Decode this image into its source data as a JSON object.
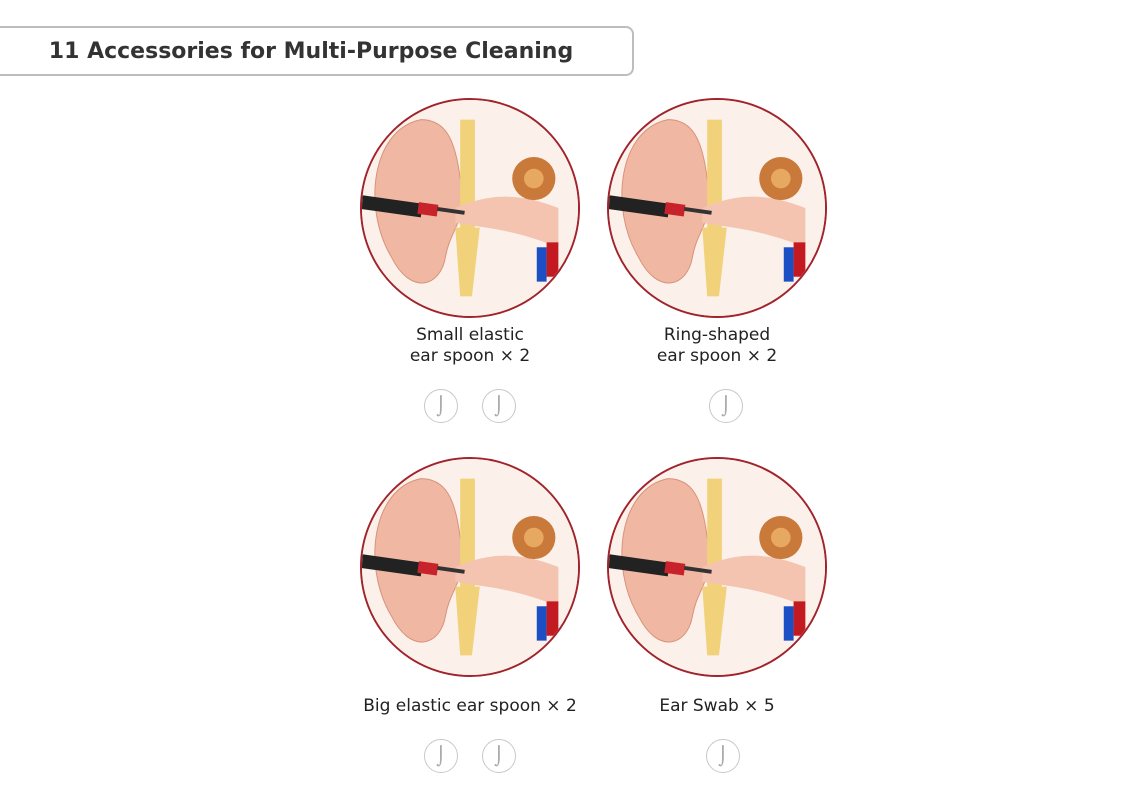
{
  "title": "11 Accessories for Multi-Purpose Cleaning",
  "accent_color": "#a1232b",
  "items": [
    {
      "line1": "Small elastic",
      "line2": "ear spoon × 2",
      "icon": "ear-spoon-icon",
      "count": 2
    },
    {
      "line1": "Ring-shaped",
      "line2": "ear spoon × 2",
      "icon": "ring-spoon-icon",
      "count": 1
    },
    {
      "line1": "Big elastic ear spoon × 2",
      "line2": "",
      "icon": "ear-spoon-icon",
      "count": 2
    },
    {
      "line1": "Ear Swab × 5",
      "line2": "",
      "icon": "ear-swab-icon",
      "count": 1
    }
  ]
}
